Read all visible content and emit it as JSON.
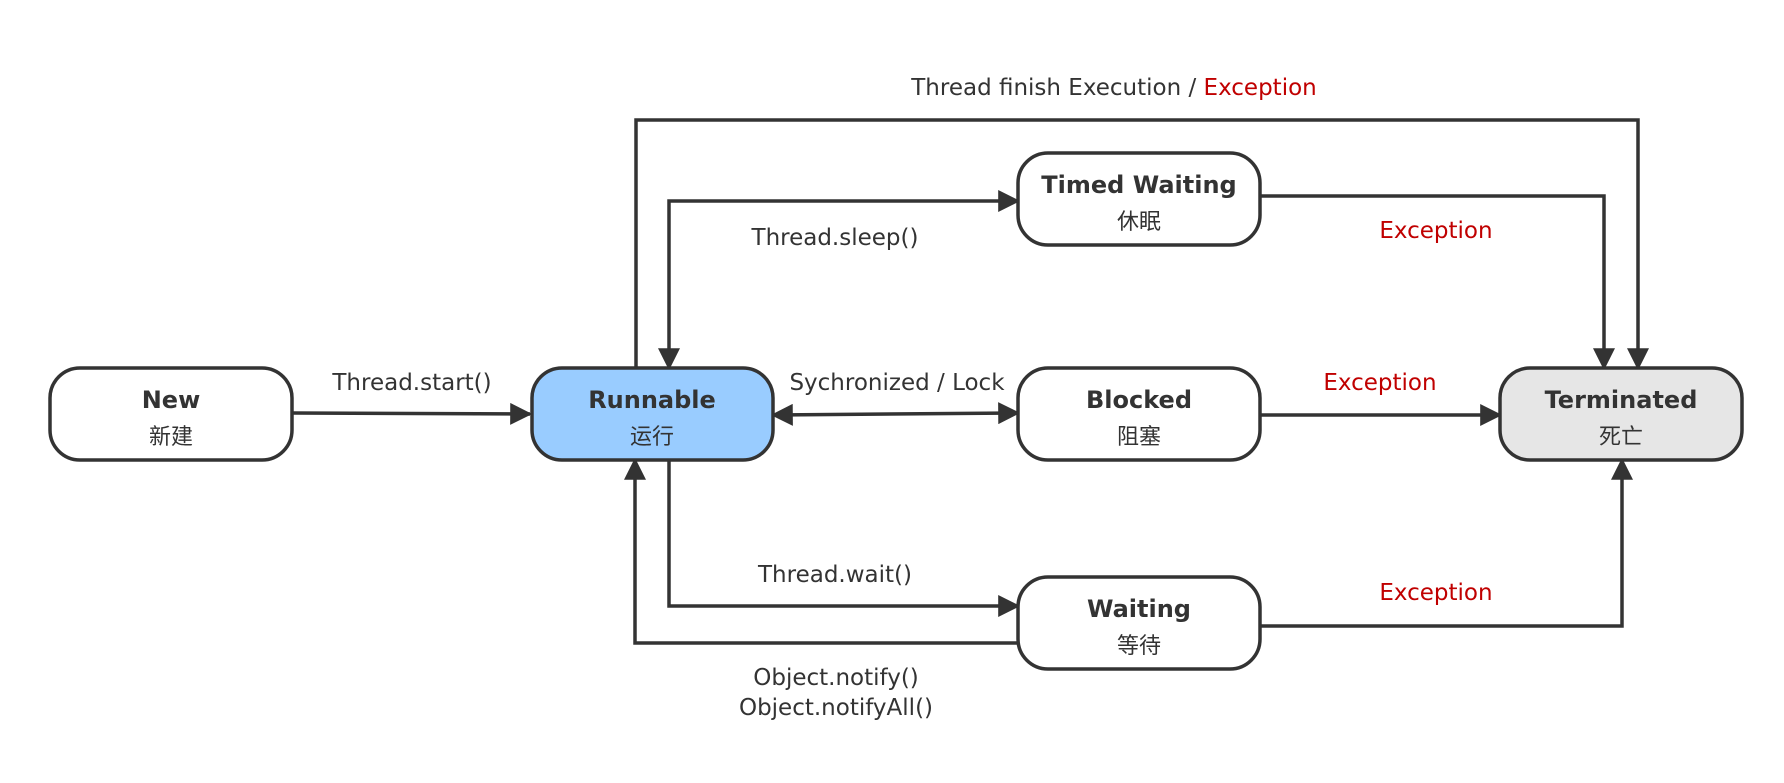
{
  "colors": {
    "stroke": "#333333",
    "node_fill": "#ffffff",
    "runnable_fill": "#99ccff",
    "terminated_fill": "#e6e6e6",
    "exception_text": "#c00000"
  },
  "nodes": {
    "new": {
      "title": "New",
      "subtitle": "新建"
    },
    "runnable": {
      "title": "Runnable",
      "subtitle": "运行"
    },
    "timed_waiting": {
      "title": "Timed Waiting",
      "subtitle": "休眠"
    },
    "blocked": {
      "title": "Blocked",
      "subtitle": "阻塞"
    },
    "waiting": {
      "title": "Waiting",
      "subtitle": "等待"
    },
    "terminated": {
      "title": "Terminated",
      "subtitle": "死亡"
    }
  },
  "edges": {
    "start": "Thread.start()",
    "finish": "Thread finish Execution / ",
    "finish_exception": "Exception",
    "sleep": "Thread.sleep()",
    "lock": "Sychronized / Lock",
    "wait": "Thread.wait()",
    "notify": "Object.notify()",
    "notify_all": "Object.notifyAll()",
    "timed_exception": "Exception",
    "blocked_exception": "Exception",
    "waiting_exception": "Exception"
  }
}
